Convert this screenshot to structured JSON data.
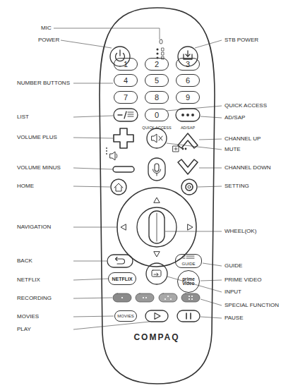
{
  "diagram": {
    "nodes": [
      {
        "text": [
          "COMPAQ"
        ]
      },
      {
        "text": [
          "1"
        ],
        "in": 0
      },
      {
        "text": [
          "2"
        ],
        "in": 0
      },
      {
        "text": [
          "3"
        ],
        "in": 0
      },
      {
        "text": [
          "4"
        ],
        "in": 0
      },
      {
        "text": [
          "5"
        ],
        "in": 0
      },
      {
        "text": [
          "6"
        ],
        "in": 0
      },
      {
        "text": [
          "7"
        ],
        "in": 0
      },
      {
        "text": [
          "8"
        ],
        "in": 0
      },
      {
        "text": [
          "9"
        ],
        "in": 0
      },
      {
        "text": [
          "0"
        ],
        "in": 0
      },
      {
        "text": [
          "GUIDE"
        ],
        "in": 0
      },
      {
        "text": [
          "NETFLIX"
        ],
        "in": 0
      },
      {
        "text": [
          "prime video"
        ],
        "in": 0
      },
      {
        "text": [
          "MOVIES"
        ],
        "in": 0
      }
    ],
    "labels": [
      "MIC",
      "POWER",
      "NUMBER BUTTONS",
      "LIST",
      "VOLUME PLUS",
      "VOLUME MINUS",
      "HOME",
      "NAVIGATION",
      "BACK",
      "NETFLIX",
      "RECORDING",
      "MOVIES",
      "PLAY",
      "STB POWER",
      "QUICK ACCESS",
      "AD/SAP",
      "CHANNEL UP",
      "MUTE",
      "CHANNEL DOWN",
      "SETTING",
      "WHEEL(OK)",
      "GUIDE",
      "PRIME VIDEO",
      "INPUT",
      "SPECIAL FUNCTION",
      "PAUSE",
      "QUICK ACCESS",
      "AD/SAP"
    ]
  }
}
